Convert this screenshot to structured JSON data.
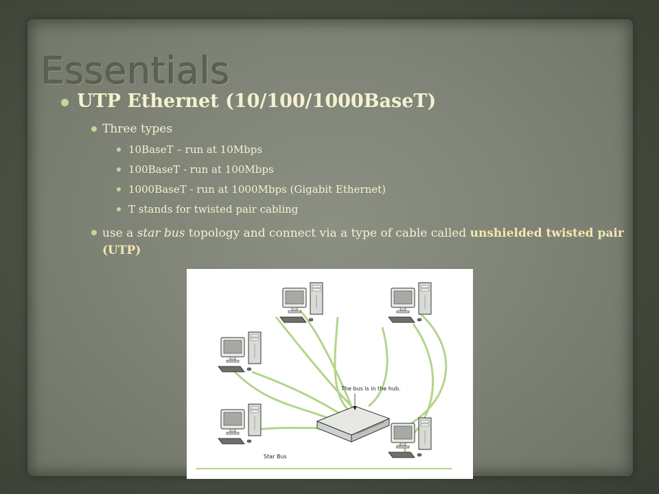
{
  "slide": {
    "title": "Essentials"
  },
  "bullets": {
    "main": "UTP Ethernet (10/100/1000BaseT)",
    "types_heading": "Three types",
    "types": [
      "10BaseT – run at 10Mbps",
      "100BaseT - run at 100Mbps",
      "1000BaseT - run at 1000Mbps (Gigabit Ethernet)",
      "T stands for twisted pair cabling"
    ],
    "topology": {
      "p1": "use a ",
      "em": "star bus",
      "p2": " topology and connect via a type of cable called ",
      "strong": "unshielded twisted pair",
      "p3": " (UTP)"
    }
  },
  "figure": {
    "hub_label": "The bus is in the hub.",
    "caption": "Star Bus"
  },
  "colors": {
    "bullet_text": "#f5f1d0",
    "bullet_dot": "#c6d59a",
    "cable": "#b3d48a"
  }
}
